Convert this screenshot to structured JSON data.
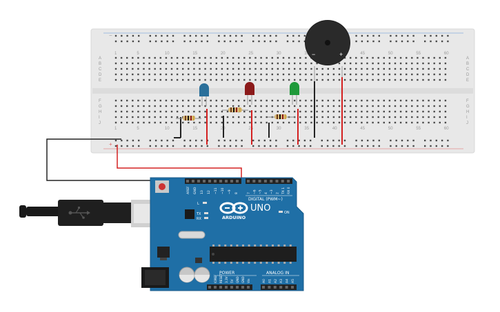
{
  "breadboard": {
    "column_numbers": [
      "1",
      "5",
      "10",
      "15",
      "20",
      "25",
      "30",
      "35",
      "40",
      "45",
      "50",
      "55",
      "60"
    ],
    "row_letters_top": [
      "A",
      "B",
      "C",
      "D",
      "E"
    ],
    "row_letters_bottom": [
      "F",
      "G",
      "H",
      "I",
      "J"
    ],
    "rail_minus": "−",
    "rail_plus": "+"
  },
  "buzzer": {
    "minus": "−",
    "plus": "+"
  },
  "leds": [
    {
      "name": "blue",
      "color": "#2a6f9a"
    },
    {
      "name": "red",
      "color": "#8b1a1a"
    },
    {
      "name": "green",
      "color": "#1f9a3a"
    }
  ],
  "arduino": {
    "brand": "ARDUINO",
    "model": "UNO",
    "digital_label": "DIGITAL (PWM~)",
    "power_label": "POWER",
    "analog_label": "ANALOG IN",
    "led_l": "L",
    "led_tx": "TX",
    "led_rx": "RX",
    "on_label": "ON",
    "header_pins_top": [
      "AREF",
      "GND",
      "13",
      "12",
      "~11",
      "~10",
      "~9",
      "8",
      "7",
      "~6",
      "~5",
      "4",
      "~3",
      "2",
      "TX 1",
      "RX 0"
    ],
    "power_pins": [
      "IOREF",
      "RESET",
      "3.3V",
      "5V",
      "GND",
      "GND",
      "Vin"
    ],
    "analog_pins": [
      "A0",
      "A1",
      "A2",
      "A3",
      "A4",
      "A5"
    ]
  },
  "colors": {
    "pcb": "#1f6fa6",
    "wire_red": "#d42020",
    "wire_black": "#222222"
  }
}
